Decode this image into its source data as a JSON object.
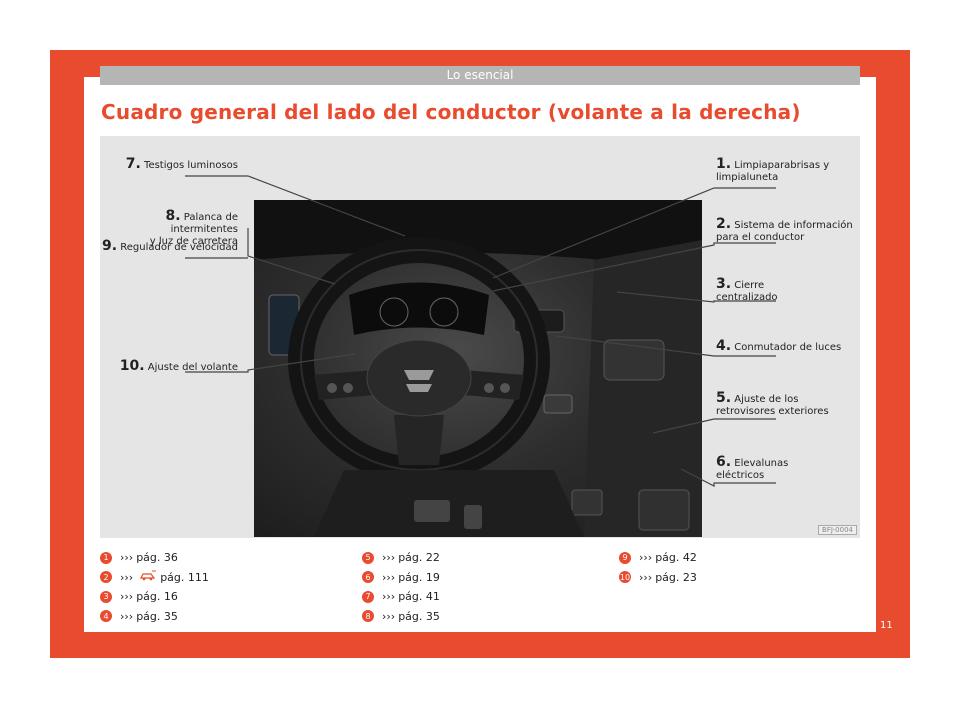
{
  "header": {
    "section": "Lo esencial"
  },
  "title": "Cuadro general del lado del conductor (volante a la derecha)",
  "figure": {
    "code": "BFJ-0004",
    "callouts_left": [
      {
        "num": "7.",
        "line1": "Testigos luminosos",
        "line2": ""
      },
      {
        "num": "8.",
        "line1": "Palanca de intermitentes",
        "line2": "y luz de carretera"
      },
      {
        "num": "9.",
        "line1": "Regulador de velocidad",
        "line2": ""
      },
      {
        "num": "10.",
        "line1": "Ajuste del volante",
        "line2": ""
      }
    ],
    "callouts_right": [
      {
        "num": "1.",
        "line1": "Limpiaparabrisas y",
        "line2": "limpialuneta"
      },
      {
        "num": "2.",
        "line1": "Sistema de información",
        "line2": "para el conductor"
      },
      {
        "num": "3.",
        "line1": "Cierre",
        "line2": "centralizado"
      },
      {
        "num": "4.",
        "line1": "Conmutador de luces",
        "line2": ""
      },
      {
        "num": "5.",
        "line1": "Ajuste de los",
        "line2": "retrovisores exteriores"
      },
      {
        "num": "6.",
        "line1": "Elevalunas",
        "line2": "eléctricos"
      }
    ]
  },
  "references": {
    "arrow": "›››",
    "col1": [
      {
        "n": "1",
        "text": "pág. 36"
      },
      {
        "n": "2",
        "text": "pág. 111",
        "icon": "car-warning-icon"
      },
      {
        "n": "3",
        "text": "pág. 16"
      },
      {
        "n": "4",
        "text": "pág. 35"
      }
    ],
    "col2": [
      {
        "n": "5",
        "text": "pág. 22"
      },
      {
        "n": "6",
        "text": "pág. 19"
      },
      {
        "n": "7",
        "text": "pág. 41"
      },
      {
        "n": "8",
        "text": "pág. 35"
      }
    ],
    "col3": [
      {
        "n": "9",
        "text": "pág. 42"
      },
      {
        "n": "10",
        "text": "pág. 23"
      }
    ]
  },
  "page_number": "11",
  "colors": {
    "accent": "#e84b2e",
    "header_gray": "#b5b5b5",
    "figure_bg": "#e5e5e5"
  }
}
